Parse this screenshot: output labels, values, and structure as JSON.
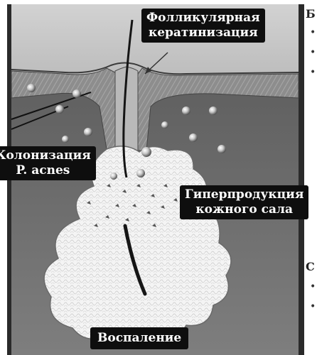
{
  "labels": {
    "follicular_keratinization": [
      "Фолликулярная",
      "кератинизация"
    ],
    "colonization": [
      "Колонизация",
      "P. acnes"
    ],
    "sebum_overproduction": [
      "Гиперпродукция",
      "кожного сала"
    ],
    "inflammation": "Воспаление"
  },
  "side_text": {
    "heading_1": "Б",
    "heading_2": "С",
    "bullet_glyph": "•"
  },
  "colors": {
    "label_background": "#0e0e0e",
    "label_text": "#ffffff",
    "skin_surface": "#8a8a8a",
    "dermis": "#6e6e6e",
    "gland": "#f2f2f2",
    "frame": "#222222"
  }
}
